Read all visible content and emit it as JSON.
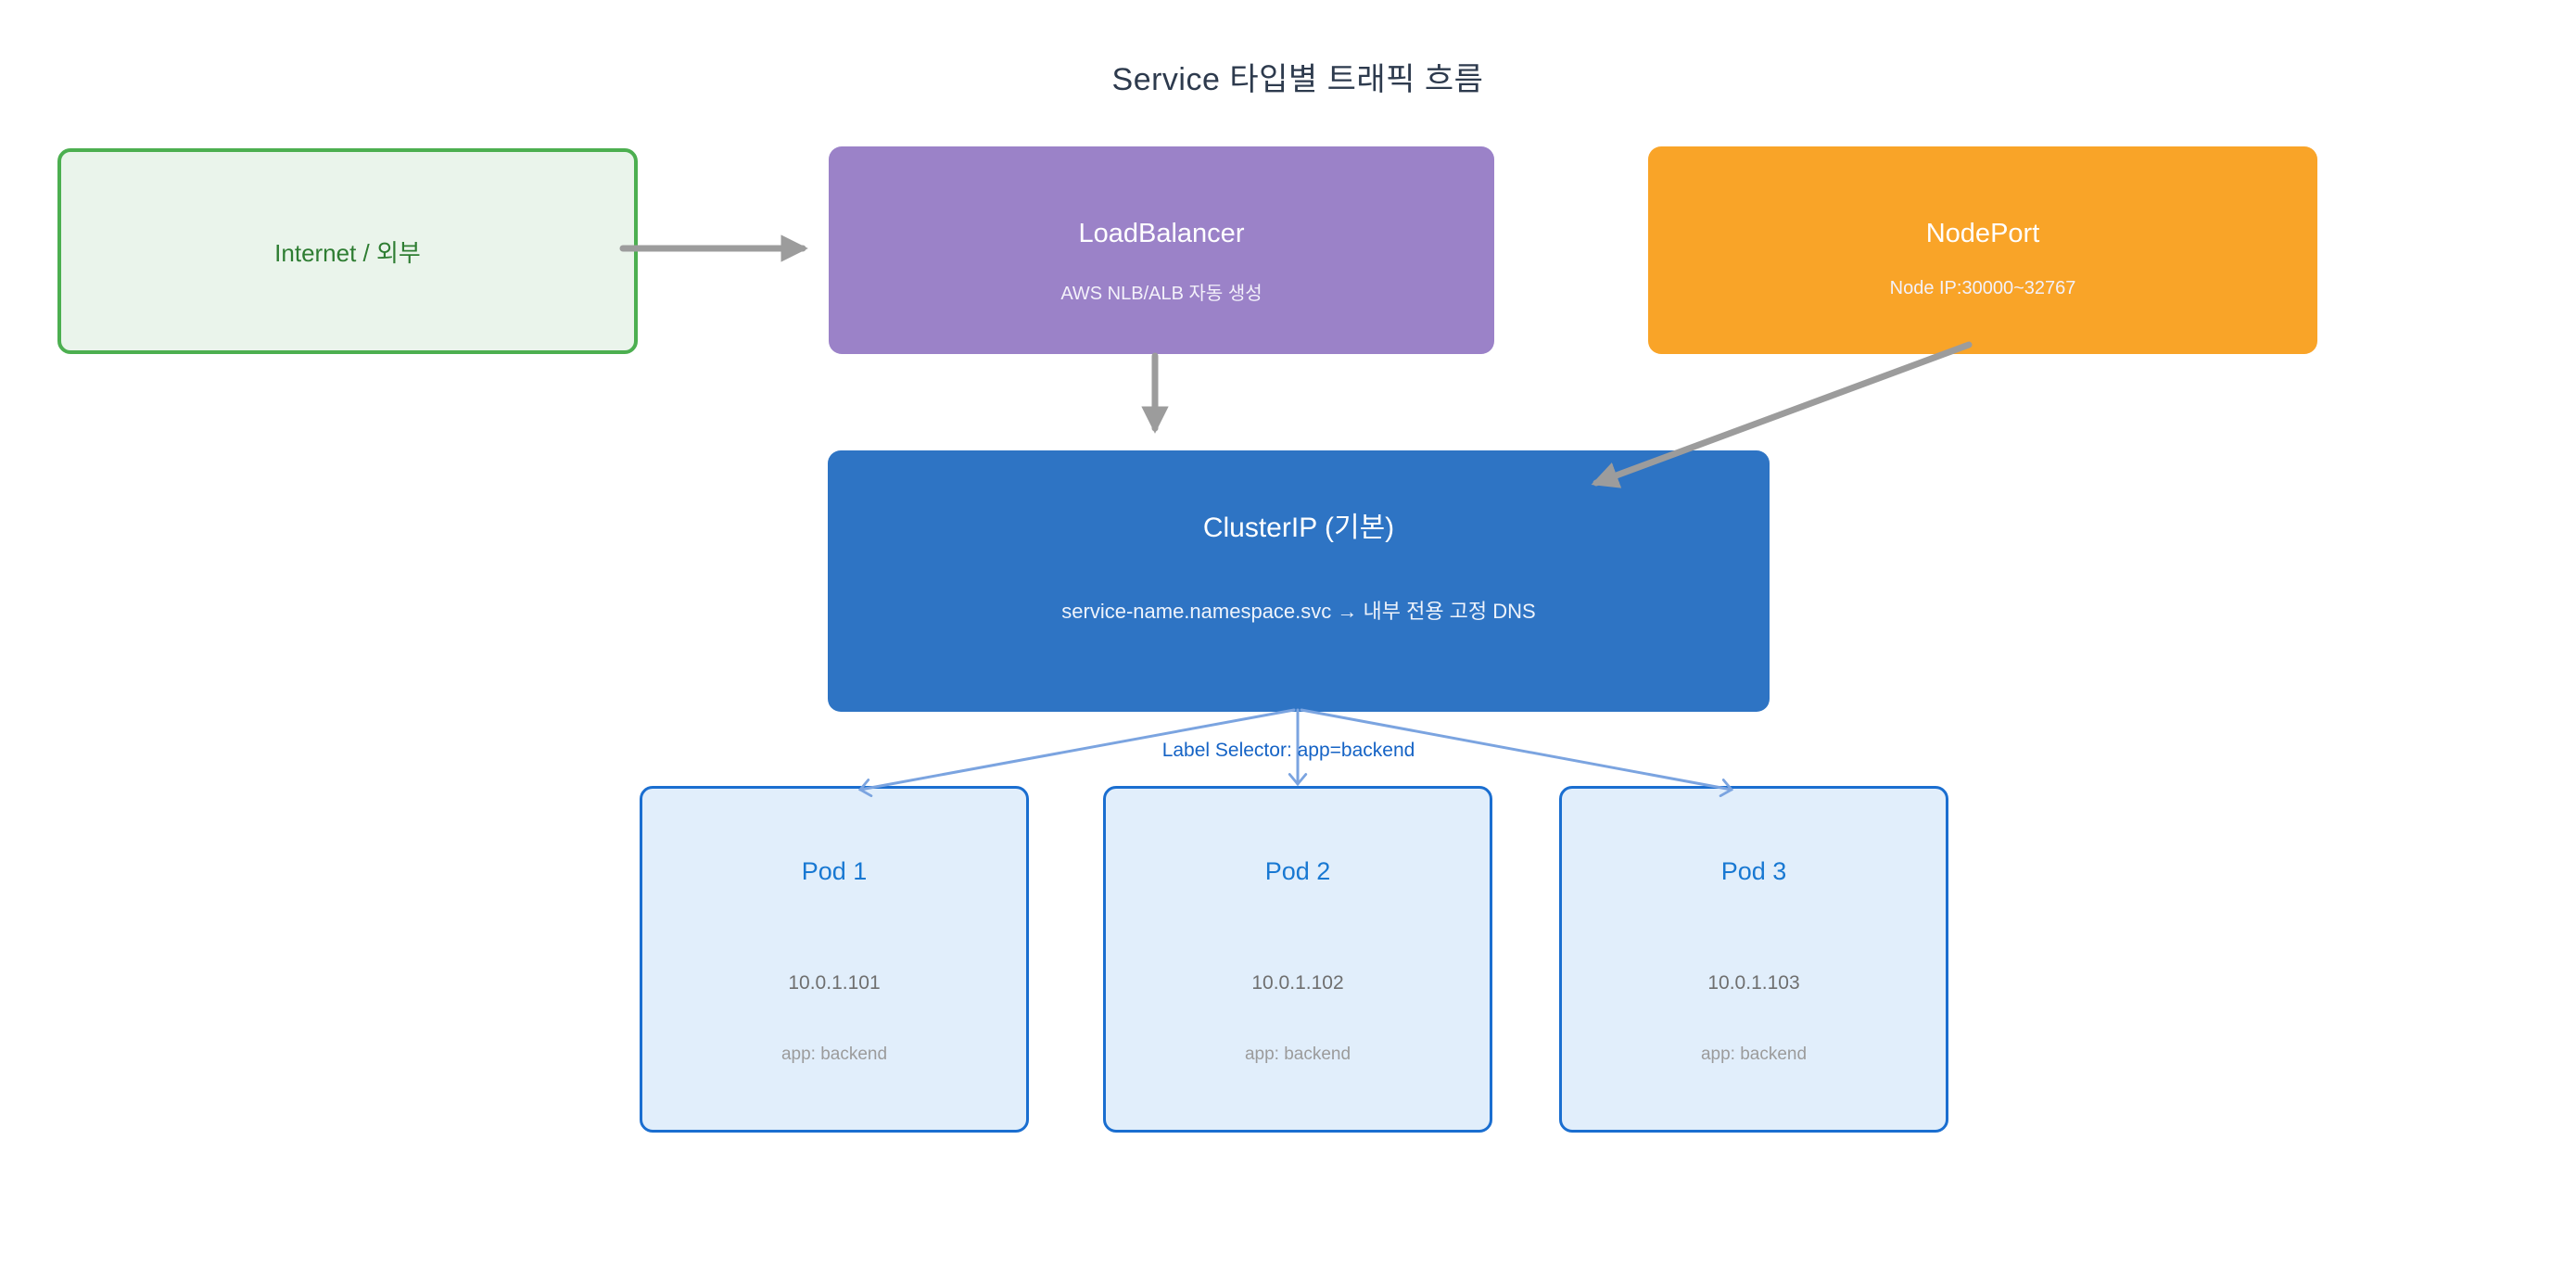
{
  "title": "Service 타입별 트래픽 흐름",
  "nodes": {
    "internet": {
      "label": "Internet / 외부"
    },
    "loadbalancer": {
      "label": "LoadBalancer",
      "sublabel": "AWS NLB/ALB 자동 생성"
    },
    "nodeport": {
      "label": "NodePort",
      "sublabel": "Node IP:30000~32767"
    },
    "clusterip": {
      "label": "ClusterIP (기본)",
      "sublabel": "service-name.namespace.svc → 내부 전용 고정 DNS"
    },
    "pods": [
      {
        "label": "Pod 1",
        "ip": "10.0.1.101",
        "app_label": "app: backend"
      },
      {
        "label": "Pod 2",
        "ip": "10.0.1.102",
        "app_label": "app: backend"
      },
      {
        "label": "Pod 3",
        "ip": "10.0.1.103",
        "app_label": "app: backend"
      }
    ]
  },
  "edge_label": "Label Selector: app=backend",
  "colors": {
    "title_text": "#2d3a4d",
    "internet_fill": "#eaf4eb",
    "internet_border": "#4caf50",
    "internet_text": "#2e7d32",
    "loadbalancer_fill": "#9b82c8",
    "nodeport_fill": "#f9a428",
    "clusterip_fill": "#2e74c4",
    "pod_fill": "#e1eefb",
    "pod_border": "#1a6ed0",
    "pod_title_text": "#1878d2",
    "pod_ip_text": "#6f6f6f",
    "pod_app_text": "#9b9b9b",
    "gray_arrow": "#9c9c9c",
    "blue_arrow": "#7ba4e0",
    "edge_label_text": "#1563c5"
  }
}
